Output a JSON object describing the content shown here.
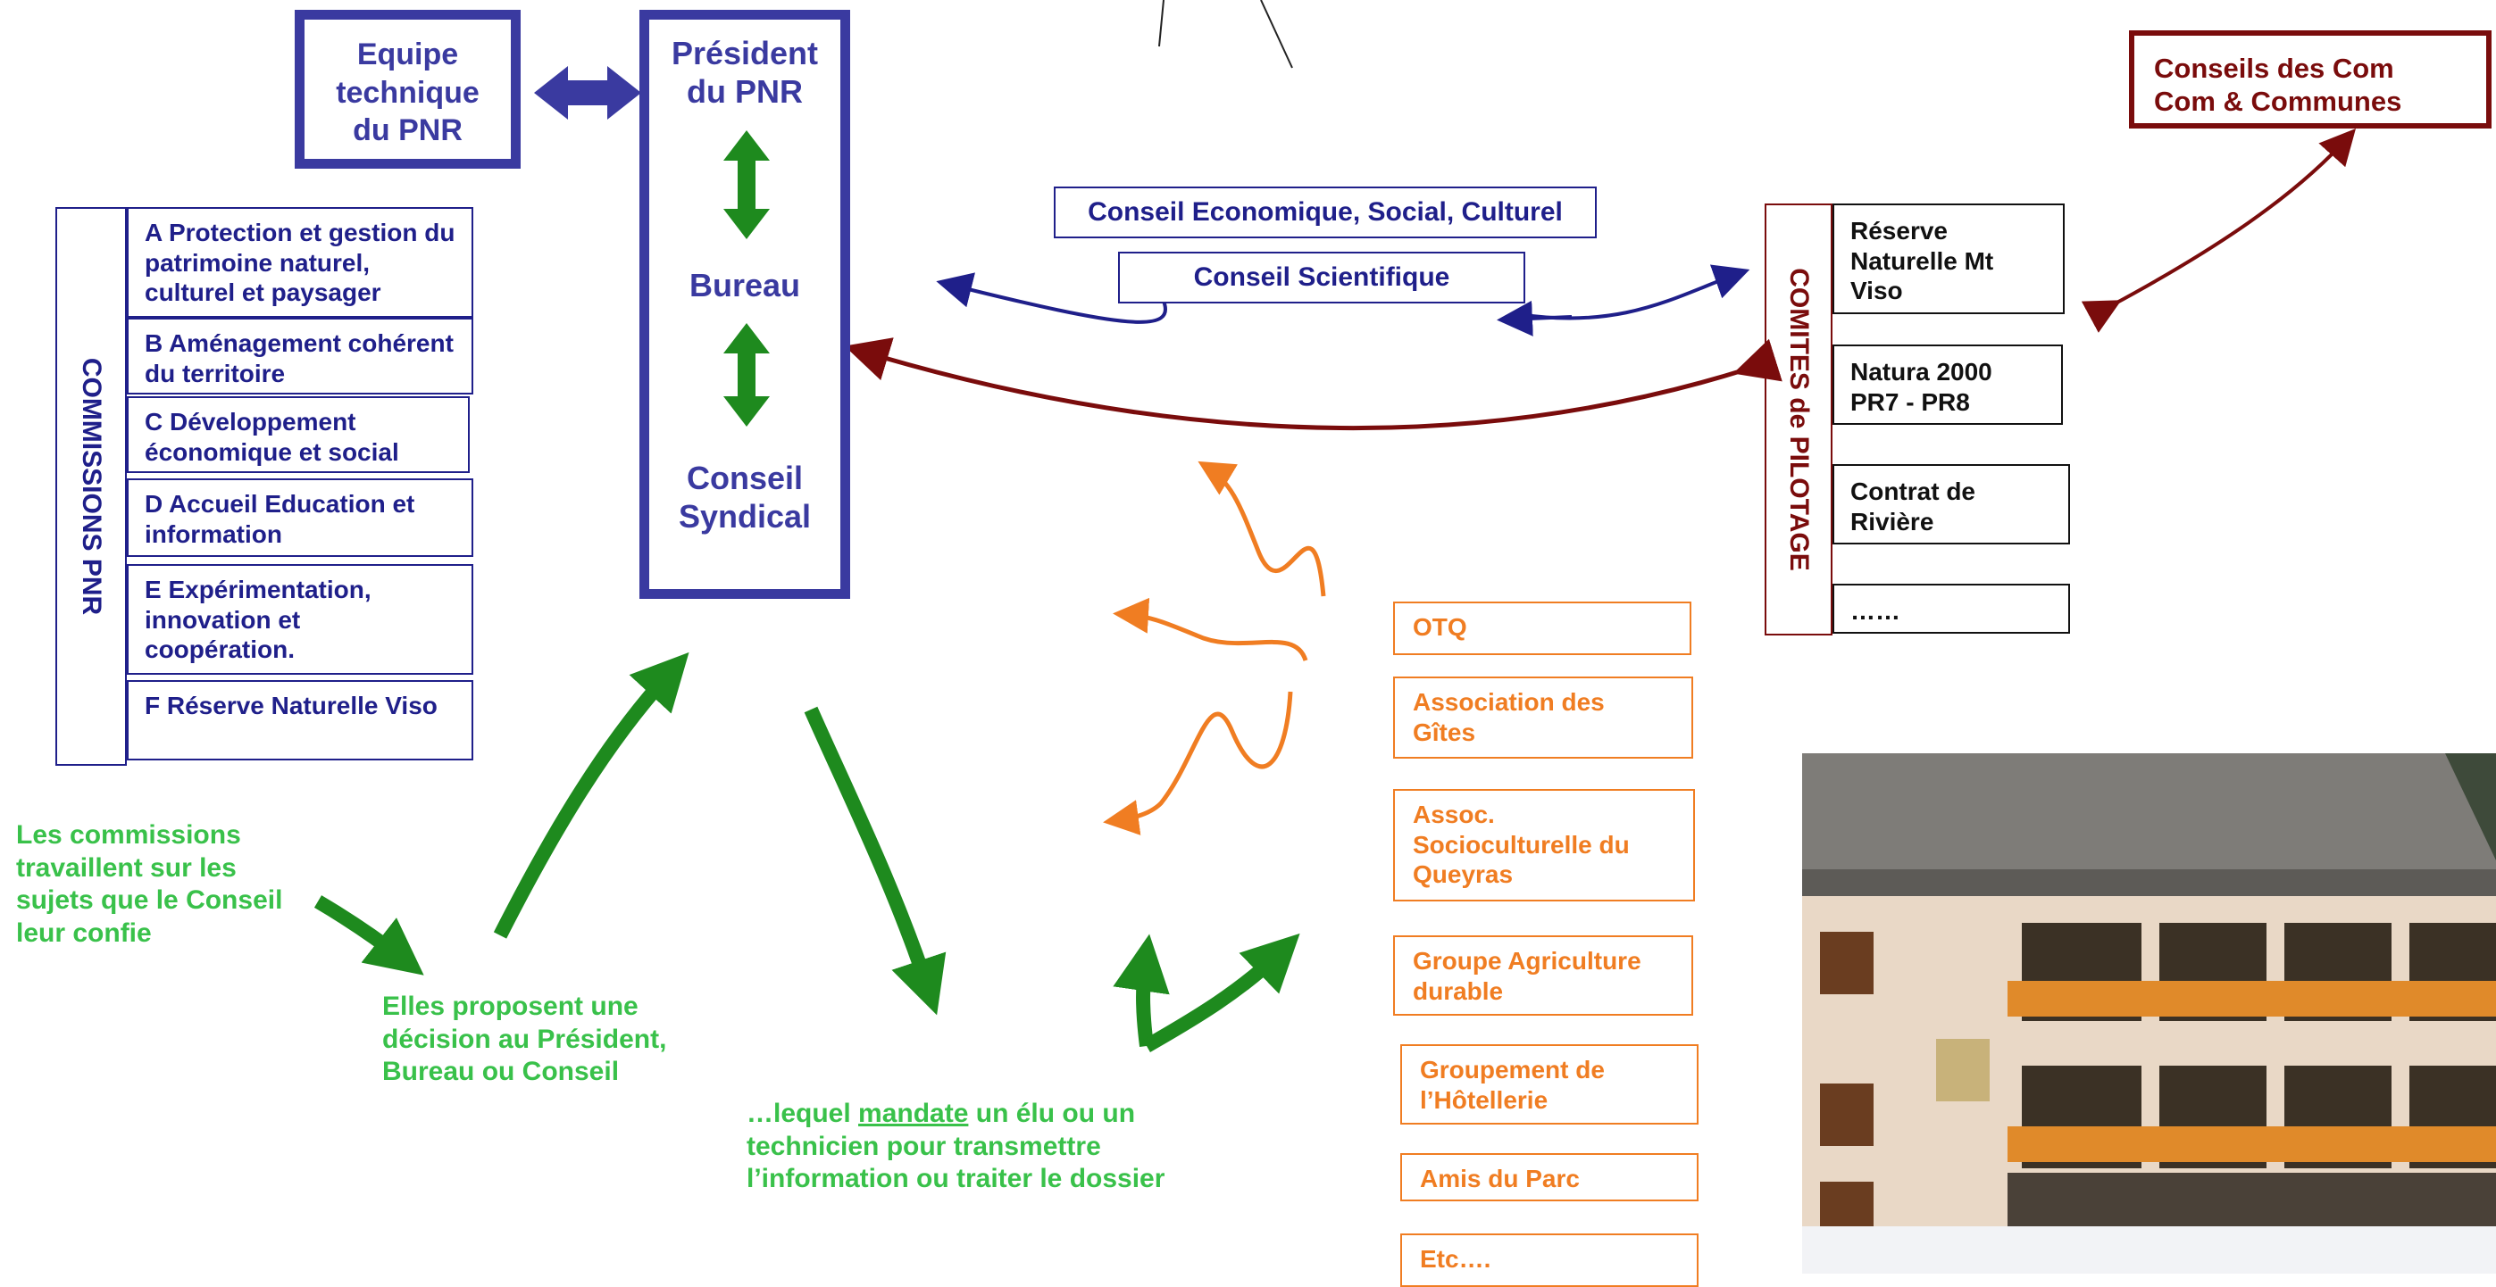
{
  "equipe": "Equipe\ntechnique\ndu PNR",
  "president_box": {
    "president": "Président\ndu PNR",
    "bureau": "Bureau",
    "conseil": "Conseil\nSyndical"
  },
  "commissions": {
    "title": "COMMISSIONS PNR",
    "items": [
      "A Protection et gestion du patrimoine naturel, culturel et paysager",
      "B Aménagement cohérent du territoire",
      "C Développement économique et social",
      "D Accueil Education et information",
      "E Expérimentation, innovation et coopération.",
      "F Réserve Naturelle Viso"
    ]
  },
  "conseils": {
    "eco": "Conseil  Economique, Social, Culturel",
    "sci": "Conseil  Scientifique"
  },
  "comites": {
    "title": "COMITES de PILOTAGE",
    "items": [
      "Réserve Naturelle Mt Viso",
      "Natura 2000 PR7 - PR8",
      "Contrat de Rivière",
      "……"
    ]
  },
  "com_com": "Conseils des Com\nCom  & Communes",
  "associations": [
    "OTQ",
    "Association des Gîtes",
    "Assoc. Socioculturelle du Queyras",
    "Groupe Agriculture durable",
    "Groupement de l’Hôtellerie",
    "Amis du Parc",
    "Etc…."
  ],
  "notes": {
    "left": "Les commissions travaillent sur les sujets que le Conseil leur confie",
    "middle": "Elles proposent une décision au Président, Bureau ou Conseil",
    "bottom_a": "…lequel ",
    "bottom_u": "mandate",
    "bottom_b": " un élu ou un technicien pour transmettre l’information ou traiter le dossier"
  },
  "colors": {
    "blue": "#3a3aa0",
    "navy": "#1f1f8a",
    "green": "#1e8a1e",
    "light_green": "#39c14a",
    "orange": "#f07d22",
    "dark_red": "#7a0c0c"
  }
}
